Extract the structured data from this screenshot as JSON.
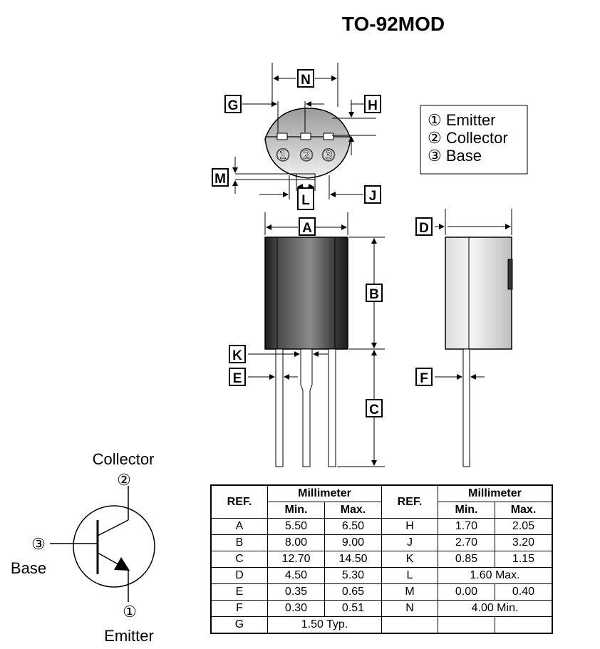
{
  "title": "TO-92MOD",
  "legend": [
    "① Emitter",
    "② Collector",
    "③ Base"
  ],
  "dimension_labels": {
    "N": "N",
    "G": "G",
    "H": "H",
    "M": "M",
    "L": "L",
    "J": "J",
    "A": "A",
    "B": "B",
    "K": "K",
    "E": "E",
    "C": "C",
    "D": "D",
    "F": "F"
  },
  "pin_numbers": [
    "①",
    "②",
    "③"
  ],
  "symbol": {
    "collector_label": "Collector",
    "collector_pin": "②",
    "base_label": "Base",
    "base_pin": "③",
    "emitter_label": "Emitter",
    "emitter_pin": "①"
  },
  "table": {
    "ref_header": "REF.",
    "group_header": "Millimeter",
    "min_header": "Min.",
    "max_header": "Max.",
    "left_rows": [
      {
        "ref": "A",
        "min": "5.50",
        "max": "6.50"
      },
      {
        "ref": "B",
        "min": "8.00",
        "max": "9.00"
      },
      {
        "ref": "C",
        "min": "12.70",
        "max": "14.50"
      },
      {
        "ref": "D",
        "min": "4.50",
        "max": "5.30"
      },
      {
        "ref": "E",
        "min": "0.35",
        "max": "0.65"
      },
      {
        "ref": "F",
        "min": "0.30",
        "max": "0.51"
      },
      {
        "ref": "G",
        "span": "1.50 Typ."
      }
    ],
    "right_rows": [
      {
        "ref": "H",
        "min": "1.70",
        "max": "2.05"
      },
      {
        "ref": "J",
        "min": "2.70",
        "max": "3.20"
      },
      {
        "ref": "K",
        "min": "0.85",
        "max": "1.15"
      },
      {
        "ref": "L",
        "span": "1.60 Max."
      },
      {
        "ref": "M",
        "min": "0.00",
        "max": "0.40"
      },
      {
        "ref": "N",
        "span": "4.00 Min."
      },
      {
        "ref": "",
        "min": "",
        "max": ""
      }
    ]
  }
}
